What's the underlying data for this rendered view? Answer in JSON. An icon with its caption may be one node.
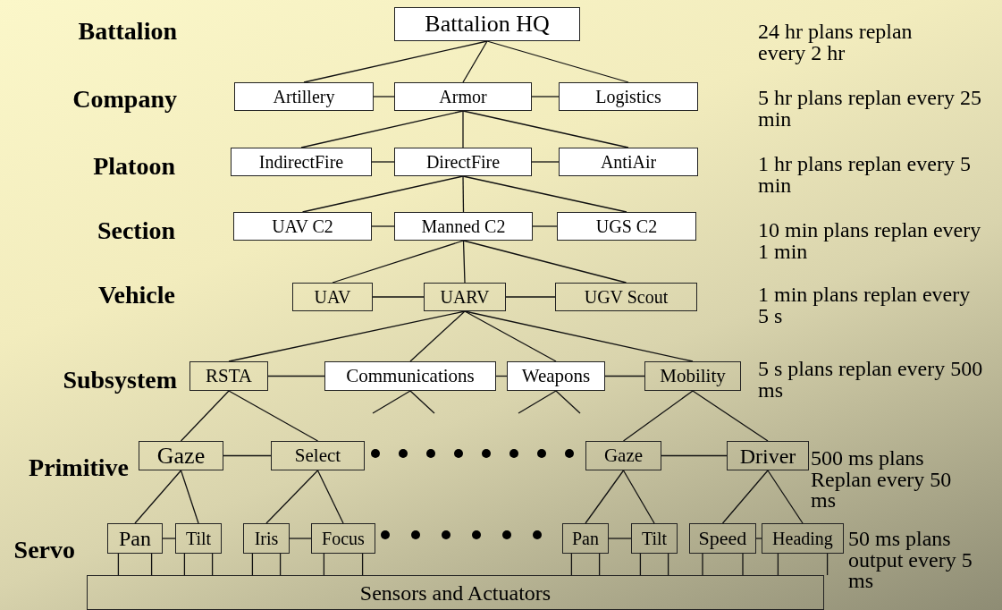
{
  "diagram": {
    "nodes": [
      {
        "text": [
          "Battalion HQ"
        ]
      },
      {
        "text": [
          "Artillery"
        ]
      },
      {
        "text": [
          "Armor"
        ]
      },
      {
        "text": [
          "Logistics"
        ]
      },
      {
        "text": [
          "IndirectFire"
        ]
      },
      {
        "text": [
          "DirectFire"
        ]
      },
      {
        "text": [
          "AntiAir"
        ]
      },
      {
        "text": [
          "UAV C2"
        ]
      },
      {
        "text": [
          "Manned C2"
        ]
      },
      {
        "text": [
          "UGS C2"
        ]
      },
      {
        "text": [
          "UAV"
        ]
      },
      {
        "text": [
          "UARV"
        ]
      },
      {
        "text": [
          "UGV Scout"
        ]
      },
      {
        "text": [
          "RSTA"
        ]
      },
      {
        "text": [
          "Communications"
        ]
      },
      {
        "text": [
          "Weapons"
        ]
      },
      {
        "text": [
          "Mobility"
        ]
      },
      {
        "text": [
          "Gaze"
        ]
      },
      {
        "text": [
          "Select"
        ]
      },
      {
        "text": [
          "Gaze"
        ]
      },
      {
        "text": [
          "Driver"
        ]
      },
      {
        "text": [
          "Pan"
        ]
      },
      {
        "text": [
          "Tilt"
        ]
      },
      {
        "text": [
          "Iris"
        ]
      },
      {
        "text": [
          "Focus"
        ]
      },
      {
        "text": [
          "Pan"
        ]
      },
      {
        "text": [
          "Tilt"
        ]
      },
      {
        "text": [
          "Speed"
        ]
      },
      {
        "text": [
          "Heading"
        ]
      },
      {
        "text": [
          "Sensors and Actuators"
        ]
      }
    ],
    "edges": [
      {
        "from": 0,
        "to": 1,
        "arrow": "none"
      },
      {
        "from": 0,
        "to": 2,
        "arrow": "none"
      },
      {
        "from": 0,
        "to": 3,
        "arrow": "none"
      },
      {
        "from": 1,
        "to": 2,
        "arrow": "none"
      },
      {
        "from": 2,
        "to": 3,
        "arrow": "none"
      },
      {
        "from": 2,
        "to": 4,
        "arrow": "none"
      },
      {
        "from": 2,
        "to": 5,
        "arrow": "none"
      },
      {
        "from": 2,
        "to": 6,
        "arrow": "none"
      },
      {
        "from": 4,
        "to": 5,
        "arrow": "none"
      },
      {
        "from": 5,
        "to": 6,
        "arrow": "none"
      },
      {
        "from": 5,
        "to": 7,
        "arrow": "none"
      },
      {
        "from": 5,
        "to": 8,
        "arrow": "none"
      },
      {
        "from": 5,
        "to": 9,
        "arrow": "none"
      },
      {
        "from": 7,
        "to": 8,
        "arrow": "none"
      },
      {
        "from": 8,
        "to": 9,
        "arrow": "none"
      },
      {
        "from": 8,
        "to": 10,
        "arrow": "none"
      },
      {
        "from": 8,
        "to": 11,
        "arrow": "none"
      },
      {
        "from": 8,
        "to": 12,
        "arrow": "none"
      },
      {
        "from": 10,
        "to": 11,
        "arrow": "none"
      },
      {
        "from": 11,
        "to": 12,
        "arrow": "none"
      },
      {
        "from": 11,
        "to": 13,
        "arrow": "none"
      },
      {
        "from": 11,
        "to": 14,
        "arrow": "none"
      },
      {
        "from": 11,
        "to": 15,
        "arrow": "none"
      },
      {
        "from": 11,
        "to": 16,
        "arrow": "none"
      },
      {
        "from": 13,
        "to": 14,
        "arrow": "none"
      },
      {
        "from": 14,
        "to": 15,
        "arrow": "none"
      },
      {
        "from": 15,
        "to": 16,
        "arrow": "none"
      },
      {
        "from": 14,
        "to": null,
        "arrow": "none"
      },
      {
        "from": 14,
        "to": null,
        "arrow": "none"
      },
      {
        "from": 15,
        "to": null,
        "arrow": "none"
      },
      {
        "from": 15,
        "to": null,
        "arrow": "none"
      },
      {
        "from": 13,
        "to": 17,
        "arrow": "none"
      },
      {
        "from": 13,
        "to": 18,
        "arrow": "none"
      },
      {
        "from": 17,
        "to": 18,
        "arrow": "none"
      },
      {
        "from": 16,
        "to": 19,
        "arrow": "none"
      },
      {
        "from": 16,
        "to": 20,
        "arrow": "none"
      },
      {
        "from": 19,
        "to": 20,
        "arrow": "none"
      },
      {
        "from": 17,
        "to": 21,
        "arrow": "none"
      },
      {
        "from": 17,
        "to": 22,
        "arrow": "none"
      },
      {
        "from": 18,
        "to": 23,
        "arrow": "none"
      },
      {
        "from": 18,
        "to": 24,
        "arrow": "none"
      },
      {
        "from": 19,
        "to": 25,
        "arrow": "none"
      },
      {
        "from": 19,
        "to": 26,
        "arrow": "none"
      },
      {
        "from": 20,
        "to": 27,
        "arrow": "none"
      },
      {
        "from": 20,
        "to": 28,
        "arrow": "none"
      },
      {
        "from": 21,
        "to": 22,
        "arrow": "none"
      },
      {
        "from": 23,
        "to": 24,
        "arrow": "none"
      },
      {
        "from": 25,
        "to": 26,
        "arrow": "none"
      },
      {
        "from": 27,
        "to": 28,
        "arrow": "none"
      },
      {
        "from": 21,
        "to": 29,
        "arrow": "none"
      },
      {
        "from": 21,
        "to": 29,
        "arrow": "none"
      },
      {
        "from": 22,
        "to": 29,
        "arrow": "none"
      },
      {
        "from": 22,
        "to": 29,
        "arrow": "none"
      },
      {
        "from": 23,
        "to": 29,
        "arrow": "none"
      },
      {
        "from": 23,
        "to": 29,
        "arrow": "none"
      },
      {
        "from": 24,
        "to": 29,
        "arrow": "none"
      },
      {
        "from": 24,
        "to": 29,
        "arrow": "none"
      },
      {
        "from": 25,
        "to": 29,
        "arrow": "none"
      },
      {
        "from": 25,
        "to": 29,
        "arrow": "none"
      },
      {
        "from": 26,
        "to": 29,
        "arrow": "none"
      },
      {
        "from": 26,
        "to": 29,
        "arrow": "none"
      },
      {
        "from": 27,
        "to": 29,
        "arrow": "none"
      },
      {
        "from": 27,
        "to": 29,
        "arrow": "none"
      },
      {
        "from": 28,
        "to": 29,
        "arrow": "none"
      },
      {
        "from": 28,
        "to": 29,
        "arrow": "none"
      }
    ],
    "labels": [
      "Battalion",
      "24 hr plans replan every 2 hr",
      "Company",
      "5 hr plans replan every 25 min",
      "Platoon",
      "1 hr plans replan every 5 min",
      "Section",
      "10 min plans replan every 1 min",
      "Vehicle",
      "1 min plans replan every 5 s",
      "Subsystem",
      "5 s plans replan every 500 ms",
      "Primitive",
      "500 ms plans Replan every 50 ms",
      "Servo",
      "50 ms plans output every 5 ms"
    ]
  }
}
